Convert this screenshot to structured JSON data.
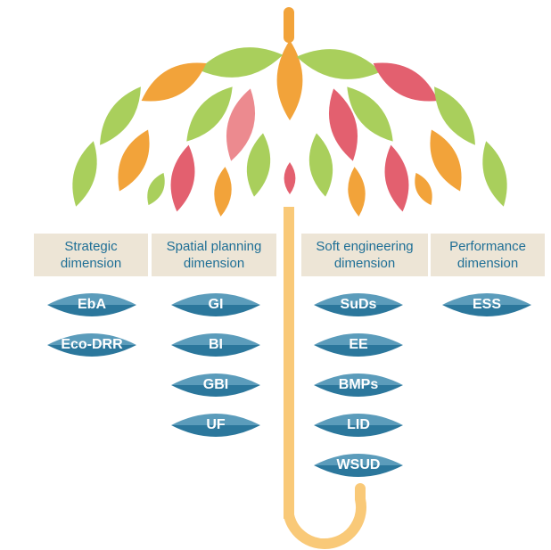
{
  "colors": {
    "green": "#a9cf5c",
    "orange": "#f2a33a",
    "pink": "#ec8a8f",
    "red": "#e3606f",
    "handle": "#f9c978",
    "header_bg": "#ede5d6",
    "header_text": "#1f6f96",
    "pill_light": "#5b9cbb",
    "pill_dark": "#2b779c"
  },
  "dimensions": [
    {
      "label": "Strategic dimension",
      "items": [
        "EbA",
        "Eco-DRR"
      ]
    },
    {
      "label": "Spatial planning dimension",
      "items": [
        "GI",
        "BI",
        "GBI",
        "UF"
      ]
    },
    {
      "label": "Soft engineering dimension",
      "items": [
        "SuDs",
        "EE",
        "BMPs",
        "LID",
        "WSUD"
      ]
    },
    {
      "label": "Performance dimension",
      "items": [
        "ESS"
      ]
    }
  ]
}
